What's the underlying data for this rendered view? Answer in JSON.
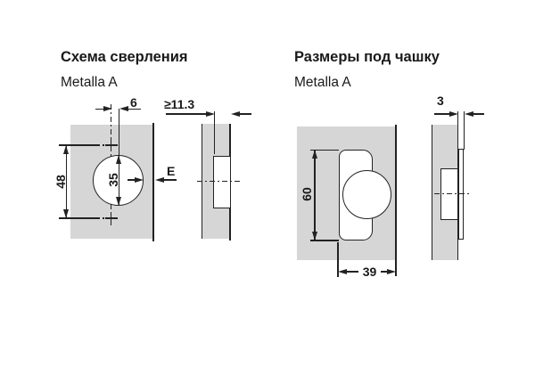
{
  "left": {
    "title": "Схема сверления",
    "subtitle": "Metalla A",
    "dims": {
      "screw_offset": "6",
      "min_drilling_depth": "≥11.3",
      "screw_hole_spacing": "48",
      "cup_diameter": "35",
      "edge_distance": "E"
    }
  },
  "right": {
    "title": "Размеры под чашку",
    "subtitle": "Metalla A",
    "dims": {
      "hinge_arm_height": "60",
      "hinge_arm_depth": "39",
      "plate_thickness": "3"
    }
  },
  "colors": {
    "panel_fill": "#d6d6d6",
    "line": "#222222"
  }
}
